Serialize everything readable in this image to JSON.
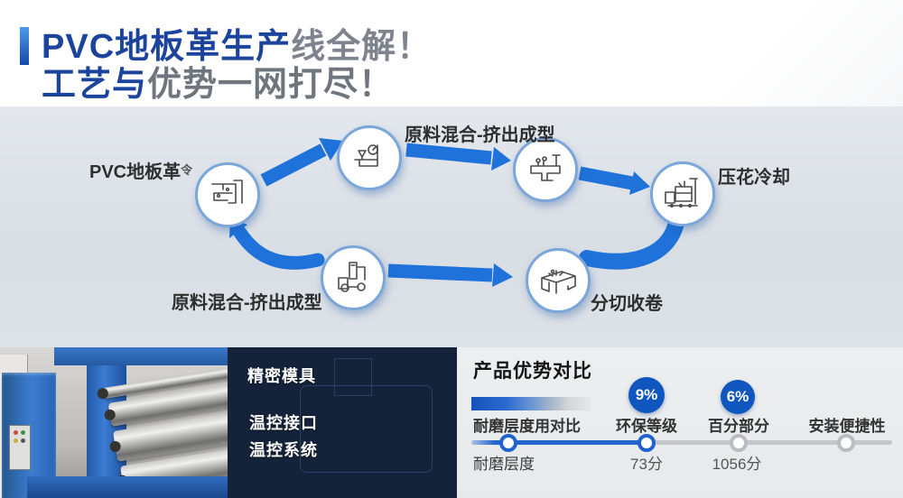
{
  "header": {
    "line1_blue": "PVC地板革生产",
    "line1_gray": "线全解！",
    "line2_blue": "工艺与",
    "line2_gray": "优势一网打尽！",
    "accent_color": "#1a5bd2"
  },
  "flow": {
    "label_left": "PVC地板革",
    "label_left_suffix": "令",
    "label_top": "原料混合-挤出成型",
    "label_right": "压花冷却",
    "label_bottom_left": "原料混合-挤出成型",
    "label_bottom_right": "分切收卷",
    "arrow_color": "#1e72d9",
    "node_ring_color": "#7aa6da",
    "node_icons": [
      "calender-machine-icon",
      "mixer-gauge-machine-icon",
      "forming-press-machine-icon",
      "embossing-cooling-machine-icon",
      "vertical-extruder-machine-icon",
      "slitting-table-machine-icon"
    ]
  },
  "features": {
    "items": [
      "精密模具",
      "温控接口",
      "温控系统"
    ]
  },
  "comparison": {
    "title": "产品优势对比",
    "badge_color": "#0f56be",
    "bar_start_color": "#1452bc",
    "bar_end_color": "#e5e7e9",
    "columns": [
      {
        "badge": "",
        "label": "耐磨层度用对比",
        "sub": "耐磨层度",
        "marker": "blue"
      },
      {
        "badge": "9%",
        "label": "环保等级",
        "sub": "73分",
        "marker": "blue"
      },
      {
        "badge": "6%",
        "label": "百分部分",
        "sub": "1056分",
        "marker": "gray"
      },
      {
        "badge": "",
        "label": "安装便捷性",
        "sub": "",
        "marker": "gray"
      }
    ]
  }
}
